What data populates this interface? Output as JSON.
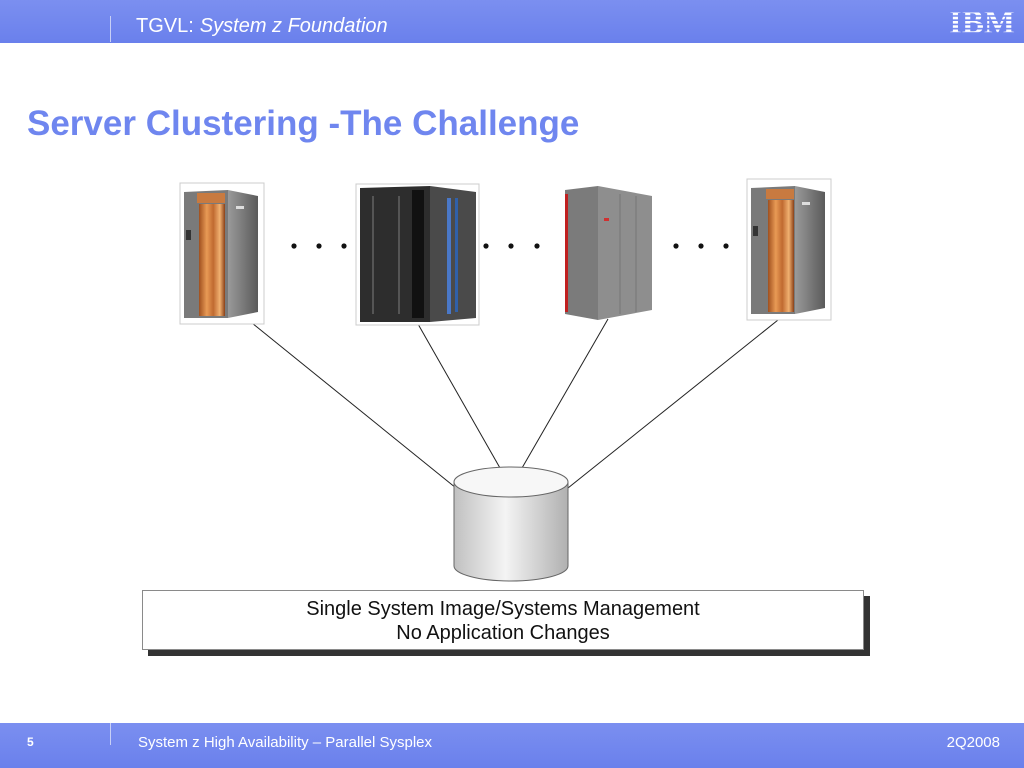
{
  "header": {
    "course": "TGVL:",
    "course_subtitle": "System z Foundation",
    "logo": "IBM"
  },
  "slide": {
    "title": "Server Clustering -The Challenge"
  },
  "diagram": {
    "ellipsis": ". . .",
    "servers": [
      "server-tower-icon",
      "mainframe-rack-icon",
      "mainframe-red-icon",
      "server-tower-icon"
    ],
    "storage": "database-cylinder-icon",
    "caption_line1": "Single System Image/Systems Management",
    "caption_line2": "No Application Changes"
  },
  "footer": {
    "page_number": "5",
    "title": "System z  High Availability – Parallel Sysplex",
    "date": "2Q2008"
  },
  "colors": {
    "bar": "#6a80ec",
    "title": "#6f86ef"
  }
}
